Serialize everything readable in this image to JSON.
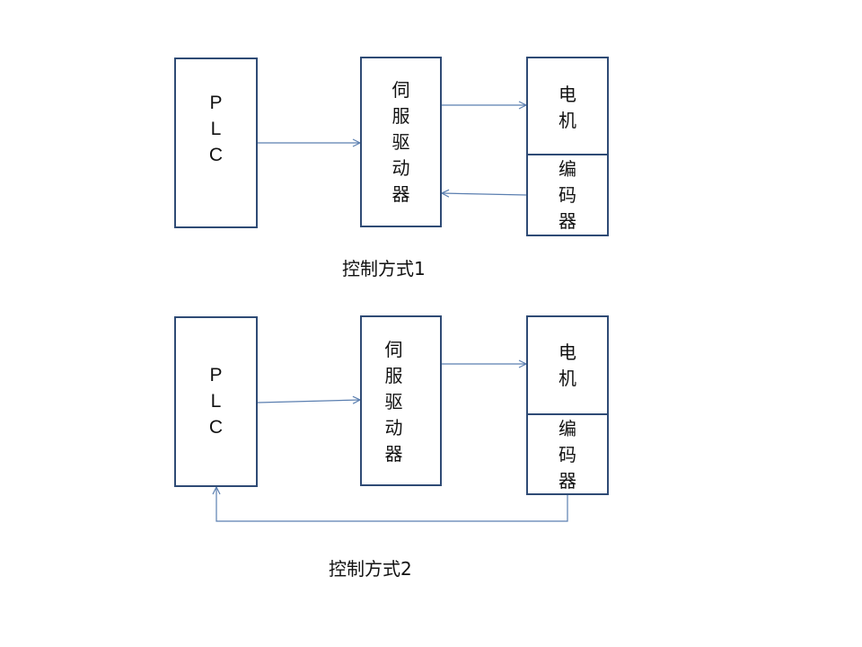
{
  "diagrams": [
    {
      "caption": "控制方式1",
      "plc_label": "P\nL\nC",
      "driver_label": "伺\n服\n驱\n动\n器",
      "motor_label": "电\n机",
      "encoder_label": "编\n码\n器"
    },
    {
      "caption": "控制方式2",
      "plc_label": "P\nL\nC",
      "driver_label": "伺\n服\n驱\n动\n器",
      "motor_label": "电\n机",
      "encoder_label": "编\n码\n器"
    }
  ],
  "colors": {
    "box_border": "#2f4b75",
    "arrow": "#5b7fb0",
    "text": "#111111"
  }
}
